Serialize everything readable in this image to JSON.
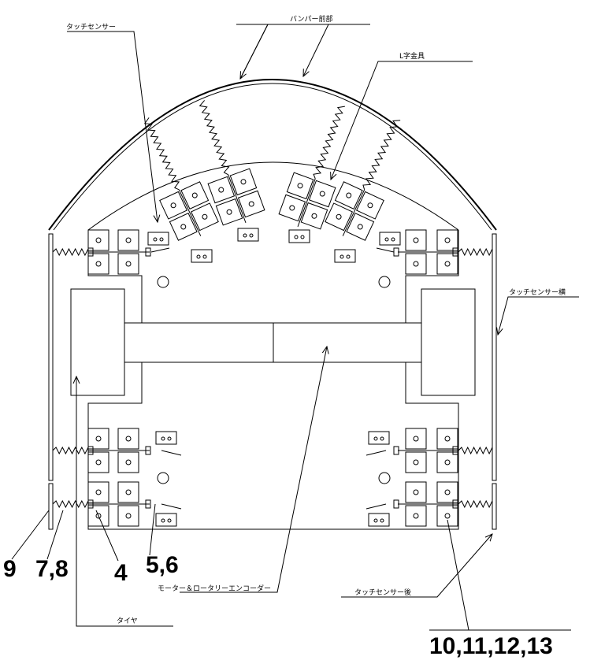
{
  "labels": {
    "touch_sensor": "タッチセンサー",
    "bumper_front": "バンパー前部",
    "l_bracket": "L字金具",
    "touch_sensor_side": "タッチセンサー横",
    "tire": "タイヤ",
    "motor_encoder": "モーター＆ロータリーエンコーダー",
    "touch_sensor_rear": "タッチセンサー後"
  },
  "part_numbers": {
    "n9": "9",
    "n78": "7,8",
    "n4": "4",
    "n56": "5,6",
    "n10_13": "10,11,12,13"
  }
}
